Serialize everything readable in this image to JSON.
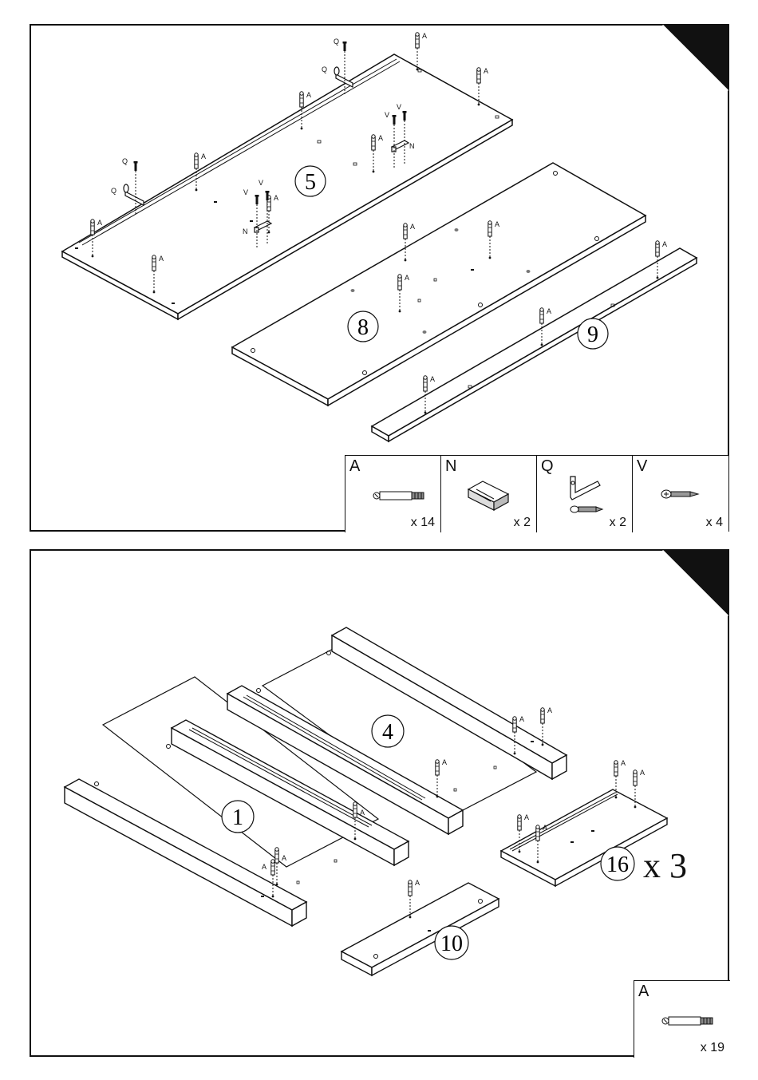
{
  "panel_top": {
    "panel_numbers": {
      "p5": "5",
      "p8": "8",
      "p9": "9"
    },
    "callout_letters": {
      "a": "A",
      "q": "Q",
      "v": "V",
      "n": "N"
    },
    "hardware": [
      {
        "letter": "A",
        "qty": "x 14",
        "icon": "cam-dowel-icon"
      },
      {
        "letter": "N",
        "qty": "x 2",
        "icon": "magnetic-catch-icon"
      },
      {
        "letter": "Q",
        "qty": "x 2",
        "icon": "angle-bracket-with-screw-icon"
      },
      {
        "letter": "V",
        "qty": "x 4",
        "icon": "wood-screw-icon"
      }
    ]
  },
  "panel_bottom": {
    "panel_numbers": {
      "p1": "1",
      "p4": "4",
      "p10": "10",
      "p16": "16"
    },
    "multiplier": "x 3",
    "callout_letter": "A",
    "hardware": [
      {
        "letter": "A",
        "qty": "x 19",
        "icon": "cam-dowel-icon"
      }
    ]
  }
}
